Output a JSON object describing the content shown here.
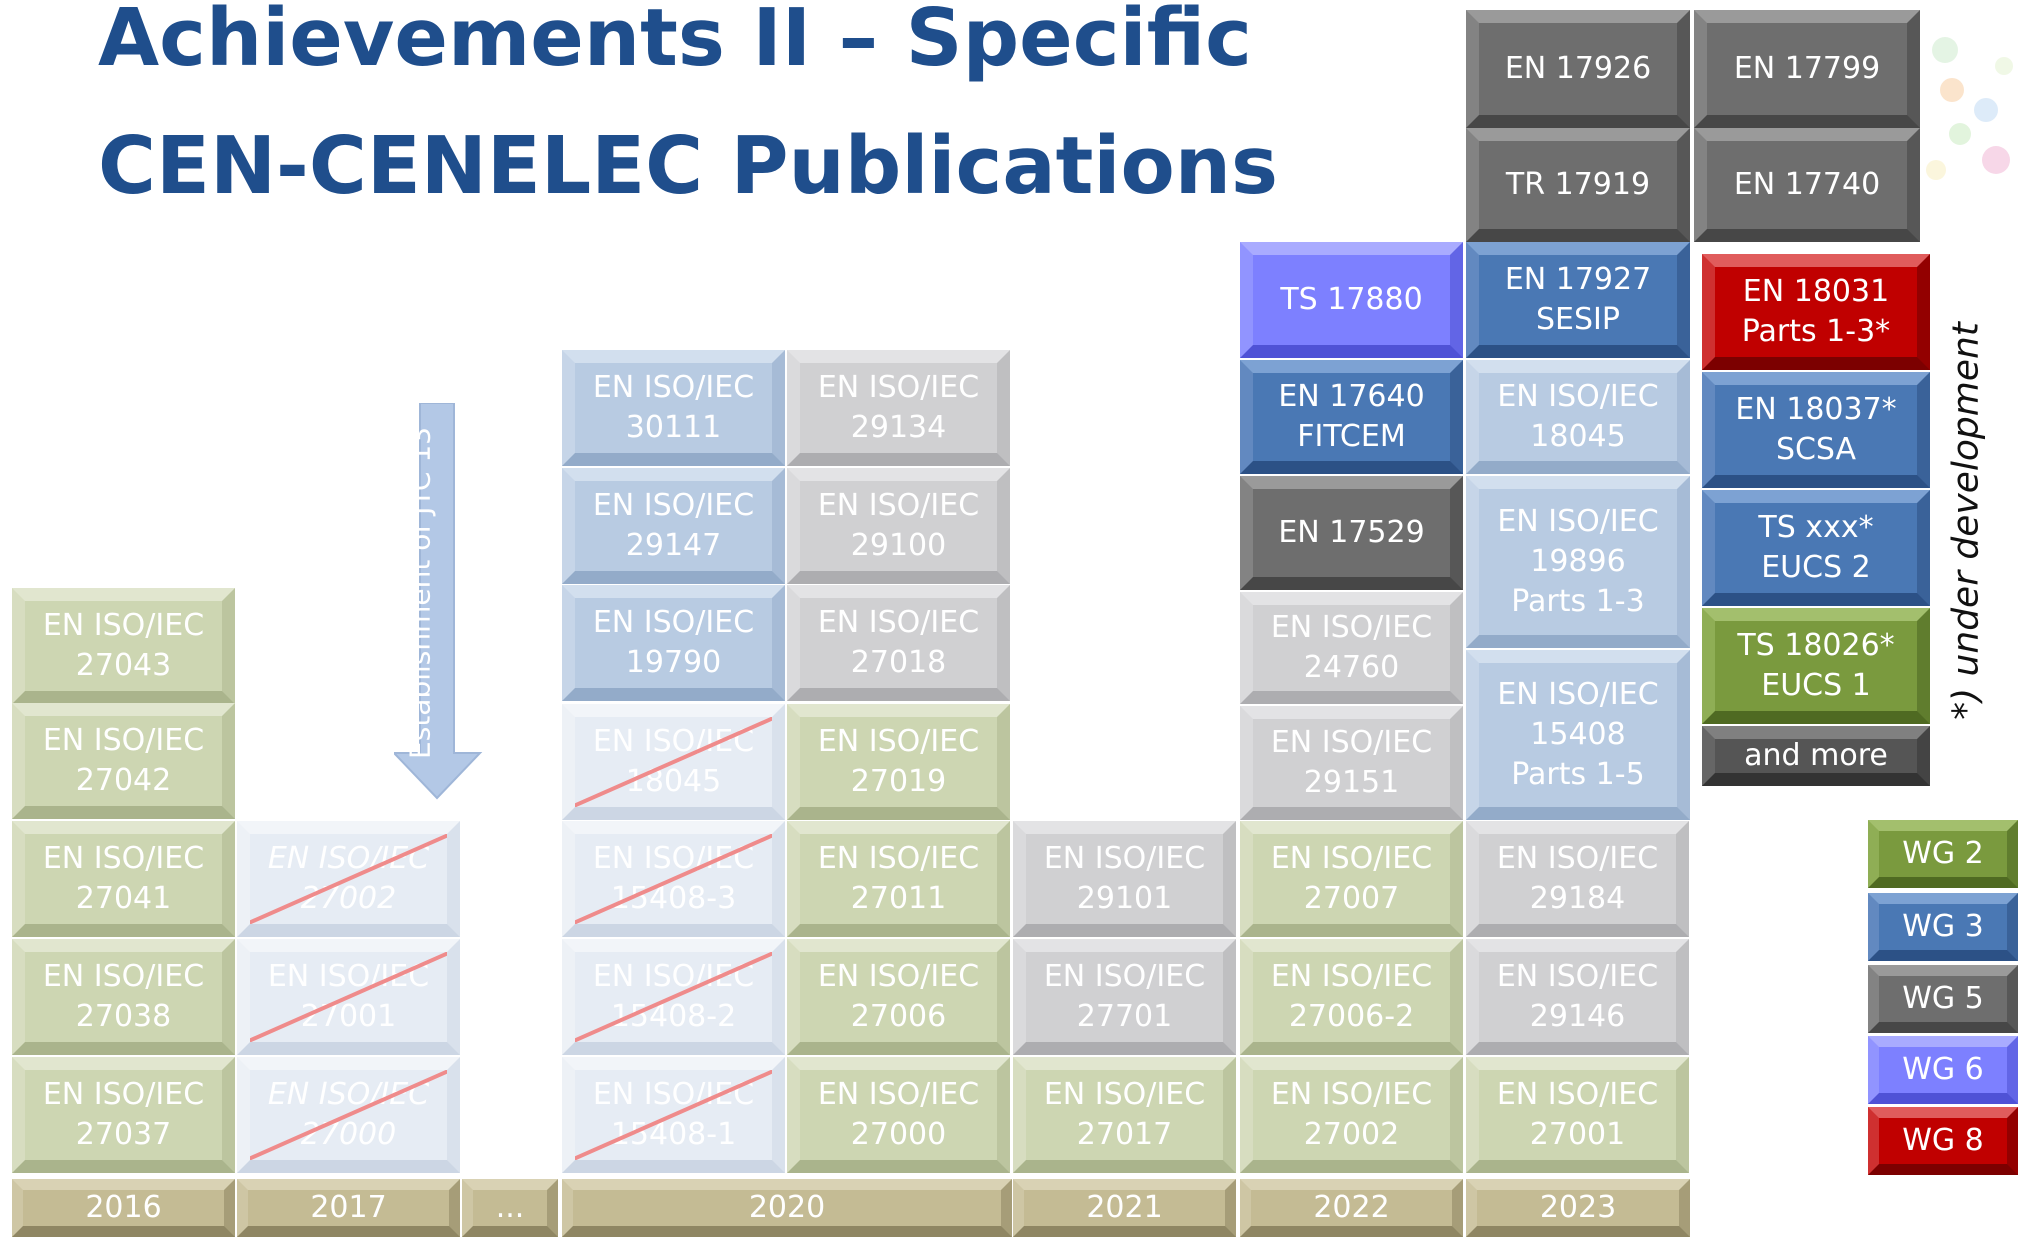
{
  "slide": {
    "title_line1": "Achievements II – Specific",
    "title_line2": "CEN-CENELEC Publications",
    "arrow_label": "Establishment of JTC 13",
    "note": "*) under development"
  },
  "colors": {
    "title": "#1f4e8c",
    "wg2": "#7a9a3e",
    "wg3": "#4a78b4",
    "wg5": "#6e6e6e",
    "wg6": "#7d80ff",
    "wg8": "#c00000",
    "year_bar": "#c4bb94",
    "pale_green": "#cdd6b2",
    "pale_gray": "#d0d0d2",
    "pale_blue": "#b8cbe2",
    "faded": "#e6ecf4",
    "strike": "#ef8b8b"
  },
  "years": [
    {
      "label": "2016"
    },
    {
      "label": "2017"
    },
    {
      "label": "..."
    },
    {
      "label": "2020"
    },
    {
      "label": "2021"
    },
    {
      "label": "2022"
    },
    {
      "label": "2023"
    }
  ],
  "legend": [
    "WG 2",
    "WG 3",
    "WG 5",
    "WG 6",
    "WG 8"
  ],
  "publications": [
    {
      "id": "en-iso-iec-27043",
      "label": "EN ISO/IEC\n27043",
      "wg": "WG 2",
      "year": "2016",
      "style": "pale-green"
    },
    {
      "id": "en-iso-iec-27042",
      "label": "EN ISO/IEC\n27042",
      "wg": "WG 2",
      "year": "2016",
      "style": "pale-green"
    },
    {
      "id": "en-iso-iec-27041",
      "label": "EN ISO/IEC\n27041",
      "wg": "WG 2",
      "year": "2016",
      "style": "pale-green"
    },
    {
      "id": "en-iso-iec-27038",
      "label": "EN ISO/IEC\n27038",
      "wg": "WG 2",
      "year": "2016",
      "style": "pale-green"
    },
    {
      "id": "en-iso-iec-27037",
      "label": "EN ISO/IEC\n27037",
      "wg": "WG 2",
      "year": "2016",
      "style": "pale-green"
    },
    {
      "id": "en-iso-iec-27002",
      "label": "EN ISO/IEC\n27002",
      "wg": "WG 2",
      "year": "2017",
      "style": "withdrawn"
    },
    {
      "id": "en-iso-iec-27001-2017",
      "label": "EN ISO/IEC\n27001",
      "wg": "WG 2",
      "year": "2017",
      "style": "withdrawn"
    },
    {
      "id": "en-iso-iec-27000-2017",
      "label": "EN ISO/IEC\n27000",
      "wg": "WG 2",
      "year": "2017",
      "style": "withdrawn"
    },
    {
      "id": "en-iso-iec-30111",
      "label": "EN ISO/IEC\n30111",
      "wg": "WG 3",
      "year": "2020",
      "style": "pale-blue"
    },
    {
      "id": "en-iso-iec-29147",
      "label": "EN ISO/IEC\n29147",
      "wg": "WG 3",
      "year": "2020",
      "style": "pale-blue"
    },
    {
      "id": "en-iso-iec-19790",
      "label": "EN ISO/IEC\n19790",
      "wg": "WG 3",
      "year": "2020",
      "style": "pale-blue"
    },
    {
      "id": "en-iso-iec-18045-2020",
      "label": "EN ISO/IEC\n18045",
      "wg": "WG 3",
      "year": "2020",
      "style": "withdrawn"
    },
    {
      "id": "en-iso-iec-15408-3",
      "label": "EN ISO/IEC\n15408-3",
      "wg": "WG 3",
      "year": "2020",
      "style": "withdrawn"
    },
    {
      "id": "en-iso-iec-15408-2",
      "label": "EN ISO/IEC\n15408-2",
      "wg": "WG 3",
      "year": "2020",
      "style": "withdrawn"
    },
    {
      "id": "en-iso-iec-15408-1",
      "label": "EN ISO/IEC\n15408-1",
      "wg": "WG 3",
      "year": "2020",
      "style": "withdrawn"
    },
    {
      "id": "en-iso-iec-29134",
      "label": "EN ISO/IEC\n29134",
      "wg": "WG 5",
      "year": "2020",
      "style": "pale-gray"
    },
    {
      "id": "en-iso-iec-29100",
      "label": "EN ISO/IEC\n29100",
      "wg": "WG 5",
      "year": "2020",
      "style": "pale-gray"
    },
    {
      "id": "en-iso-iec-27018",
      "label": "EN ISO/IEC\n27018",
      "wg": "WG 5",
      "year": "2020",
      "style": "pale-gray"
    },
    {
      "id": "en-iso-iec-27019",
      "label": "EN ISO/IEC\n27019",
      "wg": "WG 2",
      "year": "2020",
      "style": "pale-green"
    },
    {
      "id": "en-iso-iec-27011",
      "label": "EN ISO/IEC\n27011",
      "wg": "WG 2",
      "year": "2020",
      "style": "pale-green"
    },
    {
      "id": "en-iso-iec-27006",
      "label": "EN ISO/IEC\n27006",
      "wg": "WG 2",
      "year": "2020",
      "style": "pale-green"
    },
    {
      "id": "en-iso-iec-27000-2020",
      "label": "EN ISO/IEC\n27000",
      "wg": "WG 2",
      "year": "2020",
      "style": "pale-green"
    },
    {
      "id": "en-iso-iec-29101",
      "label": "EN ISO/IEC\n29101",
      "wg": "WG 5",
      "year": "2021",
      "style": "pale-gray"
    },
    {
      "id": "en-iso-iec-27701",
      "label": "EN ISO/IEC\n27701",
      "wg": "WG 5",
      "year": "2021",
      "style": "pale-gray"
    },
    {
      "id": "en-iso-iec-27017",
      "label": "EN ISO/IEC\n27017",
      "wg": "WG 2",
      "year": "2021",
      "style": "pale-green"
    },
    {
      "id": "ts-17880",
      "label": "TS 17880",
      "wg": "WG 6",
      "year": "2022",
      "style": "wg6"
    },
    {
      "id": "en-17640",
      "label": "EN 17640\nFITCEM",
      "wg": "WG 3",
      "year": "2022",
      "style": "wg3"
    },
    {
      "id": "en-17529",
      "label": "EN 17529",
      "wg": "WG 5",
      "year": "2022",
      "style": "wg5"
    },
    {
      "id": "en-iso-iec-24760",
      "label": "EN ISO/IEC\n24760",
      "wg": "WG 5",
      "year": "2022",
      "style": "pale-gray"
    },
    {
      "id": "en-iso-iec-29151",
      "label": "EN ISO/IEC\n29151",
      "wg": "WG 5",
      "year": "2022",
      "style": "pale-gray"
    },
    {
      "id": "en-iso-iec-27007",
      "label": "EN ISO/IEC\n27007",
      "wg": "WG 2",
      "year": "2022",
      "style": "pale-green"
    },
    {
      "id": "en-iso-iec-27006-2",
      "label": "EN ISO/IEC\n27006-2",
      "wg": "WG 2",
      "year": "2022",
      "style": "pale-green"
    },
    {
      "id": "en-iso-iec-27002-2022",
      "label": "EN ISO/IEC\n27002",
      "wg": "WG 2",
      "year": "2022",
      "style": "pale-green"
    },
    {
      "id": "en-17926",
      "label": "EN 17926",
      "wg": "WG 5",
      "year": "2023",
      "style": "wg5"
    },
    {
      "id": "tr-17919",
      "label": "TR 17919",
      "wg": "WG 5",
      "year": "2023",
      "style": "wg5"
    },
    {
      "id": "en-17927",
      "label": "EN 17927\nSESIP",
      "wg": "WG 3",
      "year": "2023",
      "style": "wg3"
    },
    {
      "id": "en-iso-iec-18045-2023",
      "label": "EN ISO/IEC\n18045",
      "wg": "WG 3",
      "year": "2023",
      "style": "pale-blue"
    },
    {
      "id": "en-iso-iec-19896",
      "label": "EN ISO/IEC\n19896\nParts 1-3",
      "wg": "WG 3",
      "year": "2023",
      "style": "pale-blue"
    },
    {
      "id": "en-iso-iec-15408",
      "label": "EN ISO/IEC\n15408\nParts 1-5",
      "wg": "WG 3",
      "year": "2023",
      "style": "pale-blue"
    },
    {
      "id": "en-iso-iec-29184",
      "label": "EN ISO/IEC\n29184",
      "wg": "WG 5",
      "year": "2023",
      "style": "pale-gray"
    },
    {
      "id": "en-iso-iec-29146",
      "label": "EN ISO/IEC\n29146",
      "wg": "WG 5",
      "year": "2023",
      "style": "pale-gray"
    },
    {
      "id": "en-iso-iec-27001-2023",
      "label": "EN ISO/IEC\n27001",
      "wg": "WG 2",
      "year": "2023",
      "style": "pale-green"
    },
    {
      "id": "en-17799",
      "label": "EN 17799",
      "wg": "WG 5",
      "year": "2023",
      "style": "wg5"
    },
    {
      "id": "en-17740",
      "label": "EN 17740",
      "wg": "WG 5",
      "year": "2023",
      "style": "wg5"
    },
    {
      "id": "en-18031",
      "label": "EN 18031\nParts 1-3*",
      "wg": "WG 8",
      "year": "under development",
      "style": "wg8"
    },
    {
      "id": "en-18037",
      "label": "EN 18037*\nSCSA",
      "wg": "WG 3",
      "year": "under development",
      "style": "wg3"
    },
    {
      "id": "ts-xxx-eucs2",
      "label": "TS xxx*\nEUCS 2",
      "wg": "WG 3",
      "year": "under development",
      "style": "wg3"
    },
    {
      "id": "ts-18026",
      "label": "TS 18026*\nEUCS 1",
      "wg": "WG 2",
      "year": "under development",
      "style": "wg2"
    },
    {
      "id": "and-more",
      "label": "and more",
      "wg": "",
      "year": "under development",
      "style": "dark"
    }
  ]
}
